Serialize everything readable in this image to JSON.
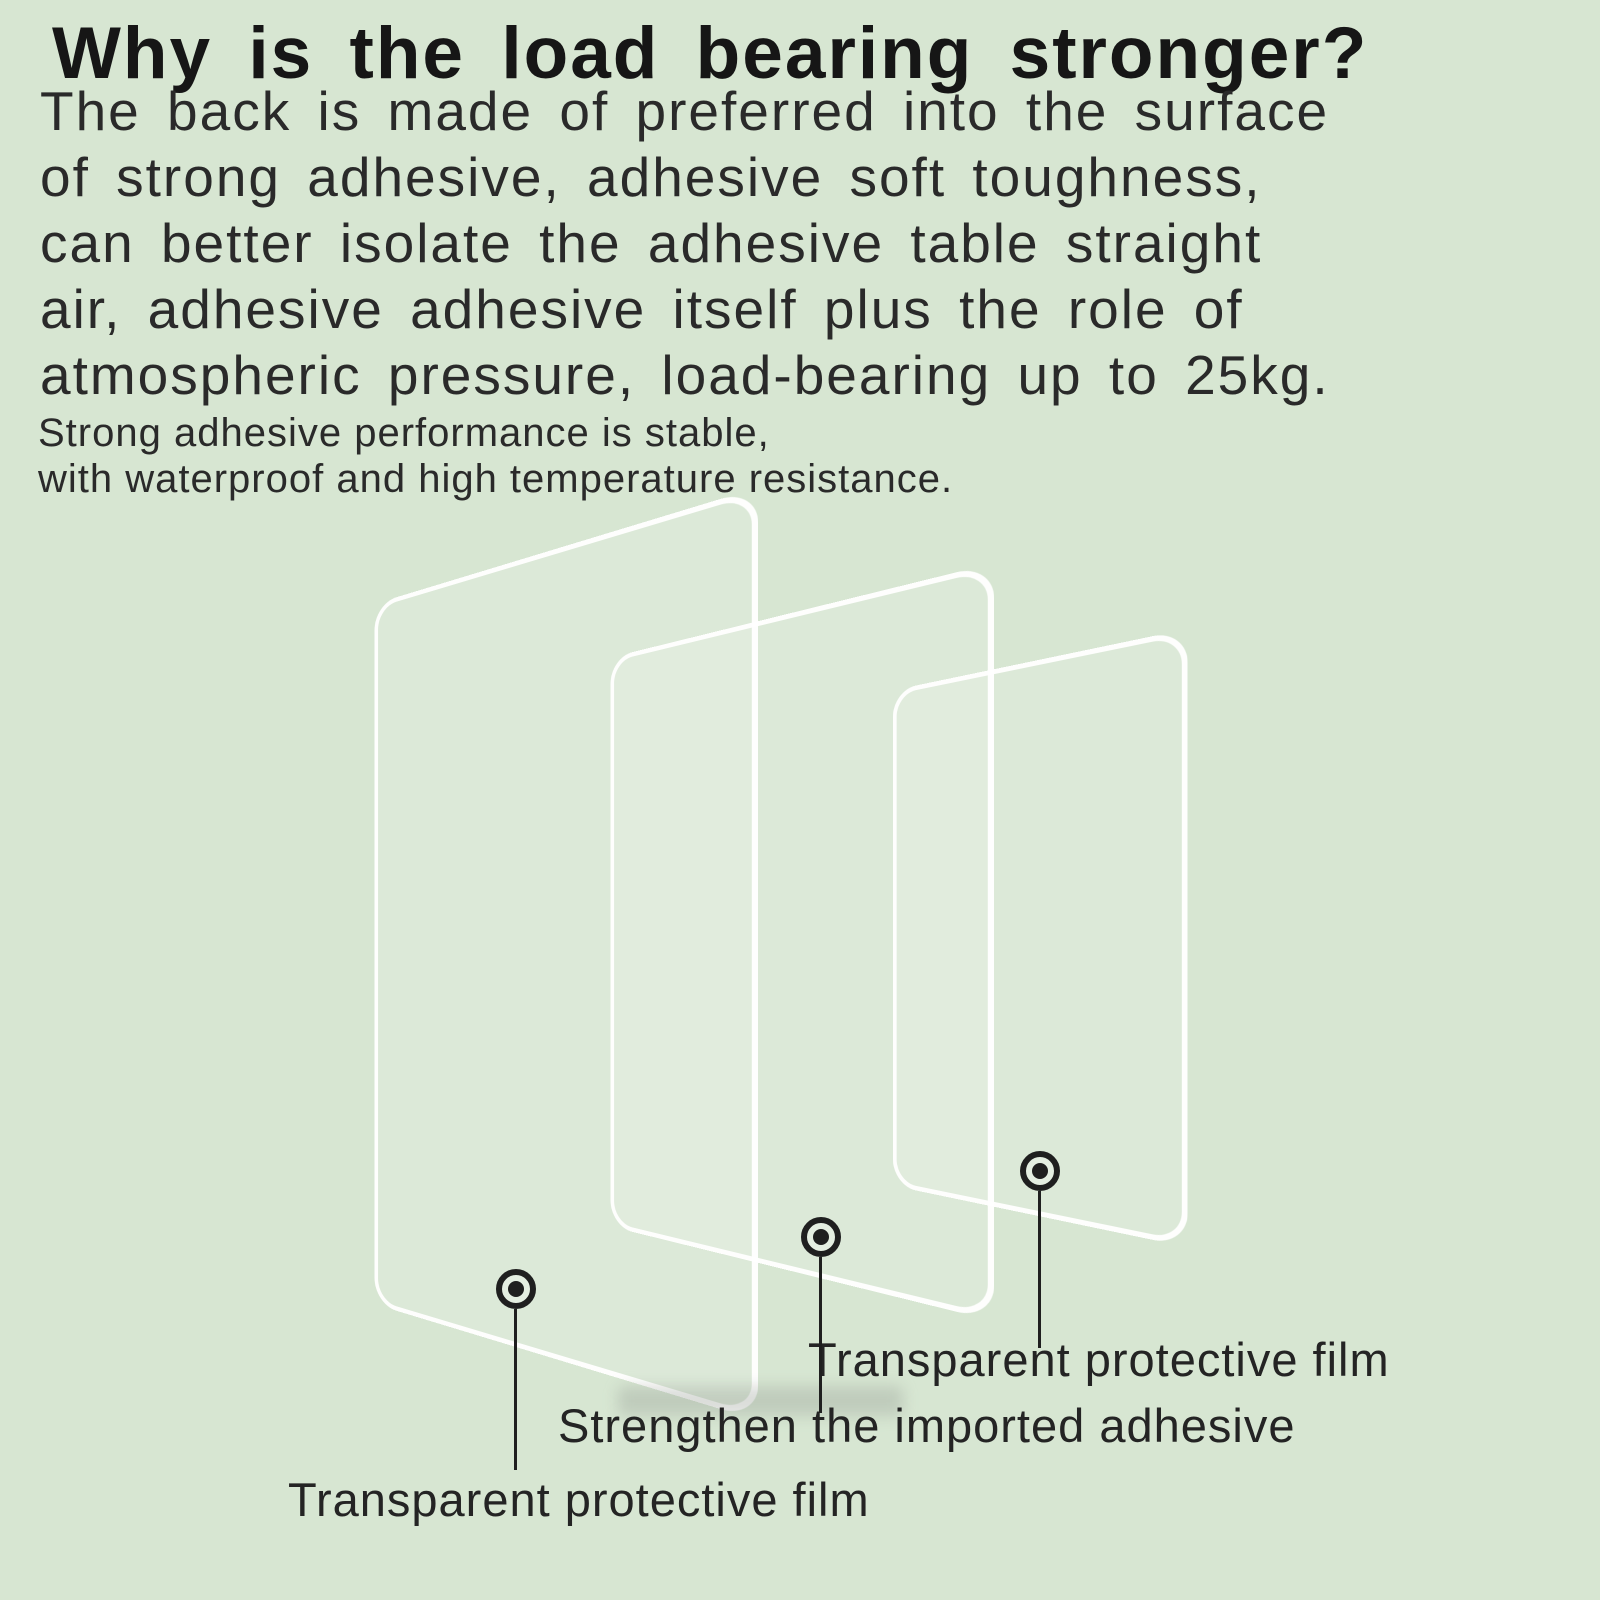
{
  "page": {
    "background_color": "#d7e6d2",
    "text_color": "#262626"
  },
  "heading": {
    "title": "Why is the load bearing stronger?"
  },
  "description": {
    "lines": [
      "The back is made of preferred into the surface",
      "of strong adhesive, adhesive soft toughness,",
      "can better isolate the adhesive table straight",
      "air, adhesive adhesive itself plus the role of",
      "atmospheric pressure, load-bearing up to 25kg."
    ]
  },
  "subnote": {
    "lines": [
      "Strong adhesive performance is stable,",
      "with waterproof and high temperature resistance."
    ]
  },
  "diagram": {
    "sheet_outline_color": "#ffffff",
    "callout_color": "#1f1f1f",
    "callouts": [
      {
        "position": "back-sheet",
        "label": "Transparent protective film"
      },
      {
        "position": "middle-sheet",
        "label": "Strengthen the imported adhesive"
      },
      {
        "position": "front-sheet",
        "label": "Transparent protective film"
      }
    ]
  }
}
